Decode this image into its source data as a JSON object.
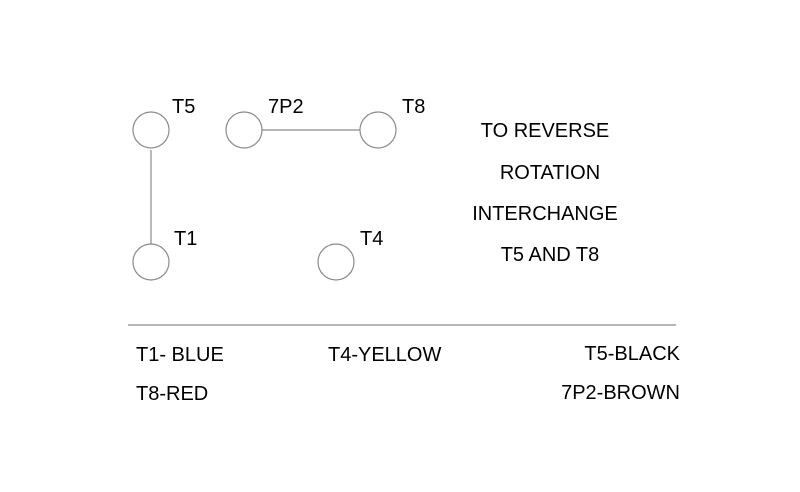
{
  "terminals": {
    "t5": "T5",
    "p2": "7P2",
    "t8": "T8",
    "t1": "T1",
    "t4": "T4"
  },
  "instruction": [
    "TO REVERSE",
    "ROTATION",
    "INTERCHANGE",
    "T5 AND T8"
  ],
  "color_legend": {
    "t1": "T1- BLUE",
    "t8": "T8-RED",
    "t4": "T4-YELLOW",
    "t5": "T5-BLACK",
    "p2": "7P2-BROWN"
  }
}
